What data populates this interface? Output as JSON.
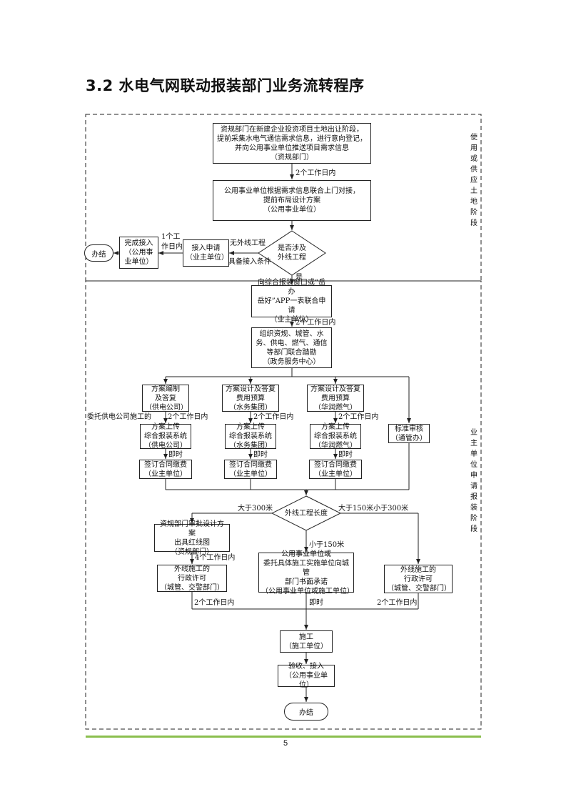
{
  "title": "3.2 水电气网联动报装部门业务流转程序",
  "page_number": "5",
  "colors": {
    "footer_rule": "#8bbf4e",
    "line": "#222222"
  },
  "side_labels": {
    "stage1": "使\n用\n或\n供\n应\n土\n地\n阶\n段",
    "stage2": "业\n主\n单\n位\n申\n请\n报\n装\n阶\n段"
  },
  "boxes": {
    "b1": "资规部门在新建企业投资项目土地出让阶段，\n提前采集水电气通信需求信息，进行意向登记，\n并向公用事业单位推送项目需求信息\n（资规部门）",
    "b2": "公用事业单位根据需求信息联合上门对接，\n提前布局设计方案\n（公用事业单位）",
    "b3": "接入申请\n（业主单位）",
    "b4": "完成接入\n（公用事\n业单位）",
    "b5": "向综合报装窗口或“岳办\n岳好”APP一表联合申请\n（业主单位）",
    "b6": "组织资规、城管、水\n务、供电、燃气、通信\n等部门联合踏勘\n（政务服务中心）",
    "c1": "方案编制\n及答复\n（供电公司）",
    "c2": "方案设计及答复\n费用预算\n（水务集团）",
    "c3": "方案设计及答复\n费用预算\n（华润燃气）",
    "c4": "标准审核\n（通管办）",
    "d1": "方案上传\n综合报装系统\n（供电公司）",
    "d2": "方案上传\n综合报装系统\n（水务集团）",
    "d3": "方案上传\n综合报装系统\n（华润燃气）",
    "e1": "签订合同缴费\n（业主单位）",
    "e2": "签订合同缴费\n（业主单位）",
    "e3": "签订合同缴费\n（业主单位）",
    "f1": "资规部门审批设计方案\n出具红线图\n（资规部门）",
    "g1": "外线施工的\n行政许可\n（城管、交警部门）",
    "g2": "公用事业单位或\n委托具体施工实施单位向城管\n部门书面承诺\n（公用事业单位或施工单位）",
    "g3": "外线施工的\n行政许可\n（城管、交警部门）",
    "h1": "施工\n（施工单位）",
    "h2": "验收、接入\n（公用事业单位）"
  },
  "diamonds": {
    "q1": "是否涉及\n外线工程",
    "q2": "外线工程长度"
  },
  "terminals": {
    "t1": "办结",
    "t2": "办结"
  },
  "labels": {
    "l_2days_a": "2个工作日内",
    "l_no_ext": "无外线工程",
    "l_ready": "具备接入条件",
    "l_1day": "1个工\n作日内",
    "l_yes": "是",
    "l_2days_b": "2个工作日内",
    "l_entrust": "委托供电公司施工的",
    "l_2days_c1": "2个工作日内",
    "l_2days_c2": "2个工作日内",
    "l_2days_c3": "2个工作日内",
    "l_immed1": "即时",
    "l_immed2": "即时",
    "l_immed3": "即时",
    "l_gt300": "大于300米",
    "l_150_300": "大于150米小于300米",
    "l_lt150": "小于150米",
    "l_4days": "4个工作日内",
    "l_2days_d1": "2个工作日内",
    "l_immed4": "即时",
    "l_2days_d2": "2个工作日内"
  }
}
